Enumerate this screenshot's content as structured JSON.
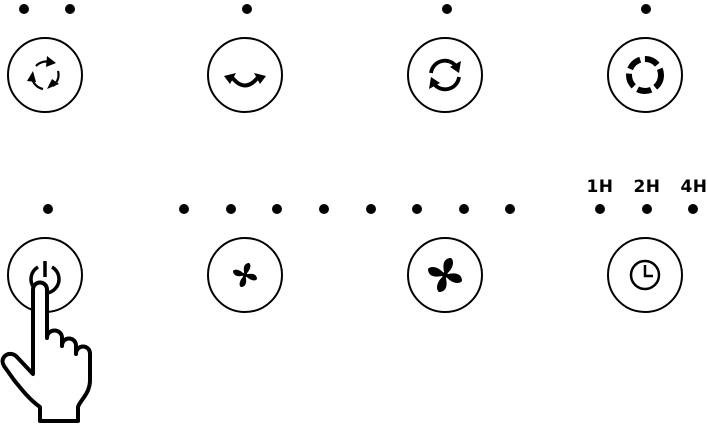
{
  "timer_labels": [
    "1H",
    "2H",
    "4H"
  ],
  "icons": {
    "mode_auto": "three-arrow-cycle-icon",
    "mode_swing": "curved-swing-arrow-icon",
    "mode_rotate": "two-arrow-rotate-icon",
    "mode_circulate": "dashed-circle-icon",
    "power": "power-icon",
    "fan_low": "small-fan-icon",
    "fan_high": "large-fan-icon",
    "timer": "clock-icon",
    "pointer": "pointing-hand-icon"
  },
  "colors": {
    "ink": "#000000",
    "background": "#ffffff"
  }
}
